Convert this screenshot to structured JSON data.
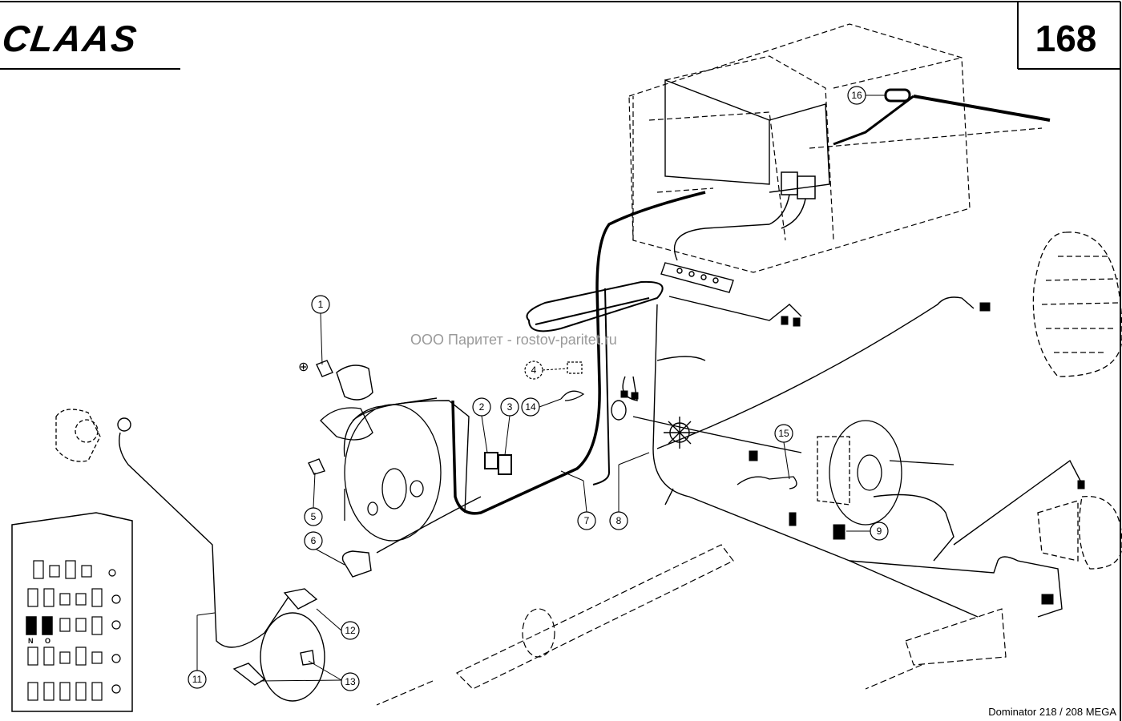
{
  "header": {
    "logo_text": "CLAAS",
    "page_number": "168"
  },
  "watermark": "ООО Паритет - rostov-paritet.ru",
  "footer": {
    "model": "Dominator 218 / 208 MEGA"
  },
  "fuse_labels": {
    "n": "N",
    "o": "O"
  },
  "callouts": [
    {
      "id": "1",
      "label": "1"
    },
    {
      "id": "2",
      "label": "2"
    },
    {
      "id": "3",
      "label": "3"
    },
    {
      "id": "4",
      "label": "4"
    },
    {
      "id": "5",
      "label": "5"
    },
    {
      "id": "6",
      "label": "6"
    },
    {
      "id": "7",
      "label": "7"
    },
    {
      "id": "8",
      "label": "8"
    },
    {
      "id": "9",
      "label": "9"
    },
    {
      "id": "11",
      "label": "11"
    },
    {
      "id": "12",
      "label": "12"
    },
    {
      "id": "13",
      "label": "13"
    },
    {
      "id": "14",
      "label": "14"
    },
    {
      "id": "15",
      "label": "15"
    },
    {
      "id": "16",
      "label": "16"
    }
  ],
  "colors": {
    "ink": "#000000",
    "paper": "#ffffff",
    "watermark": "#9a9a9a"
  }
}
